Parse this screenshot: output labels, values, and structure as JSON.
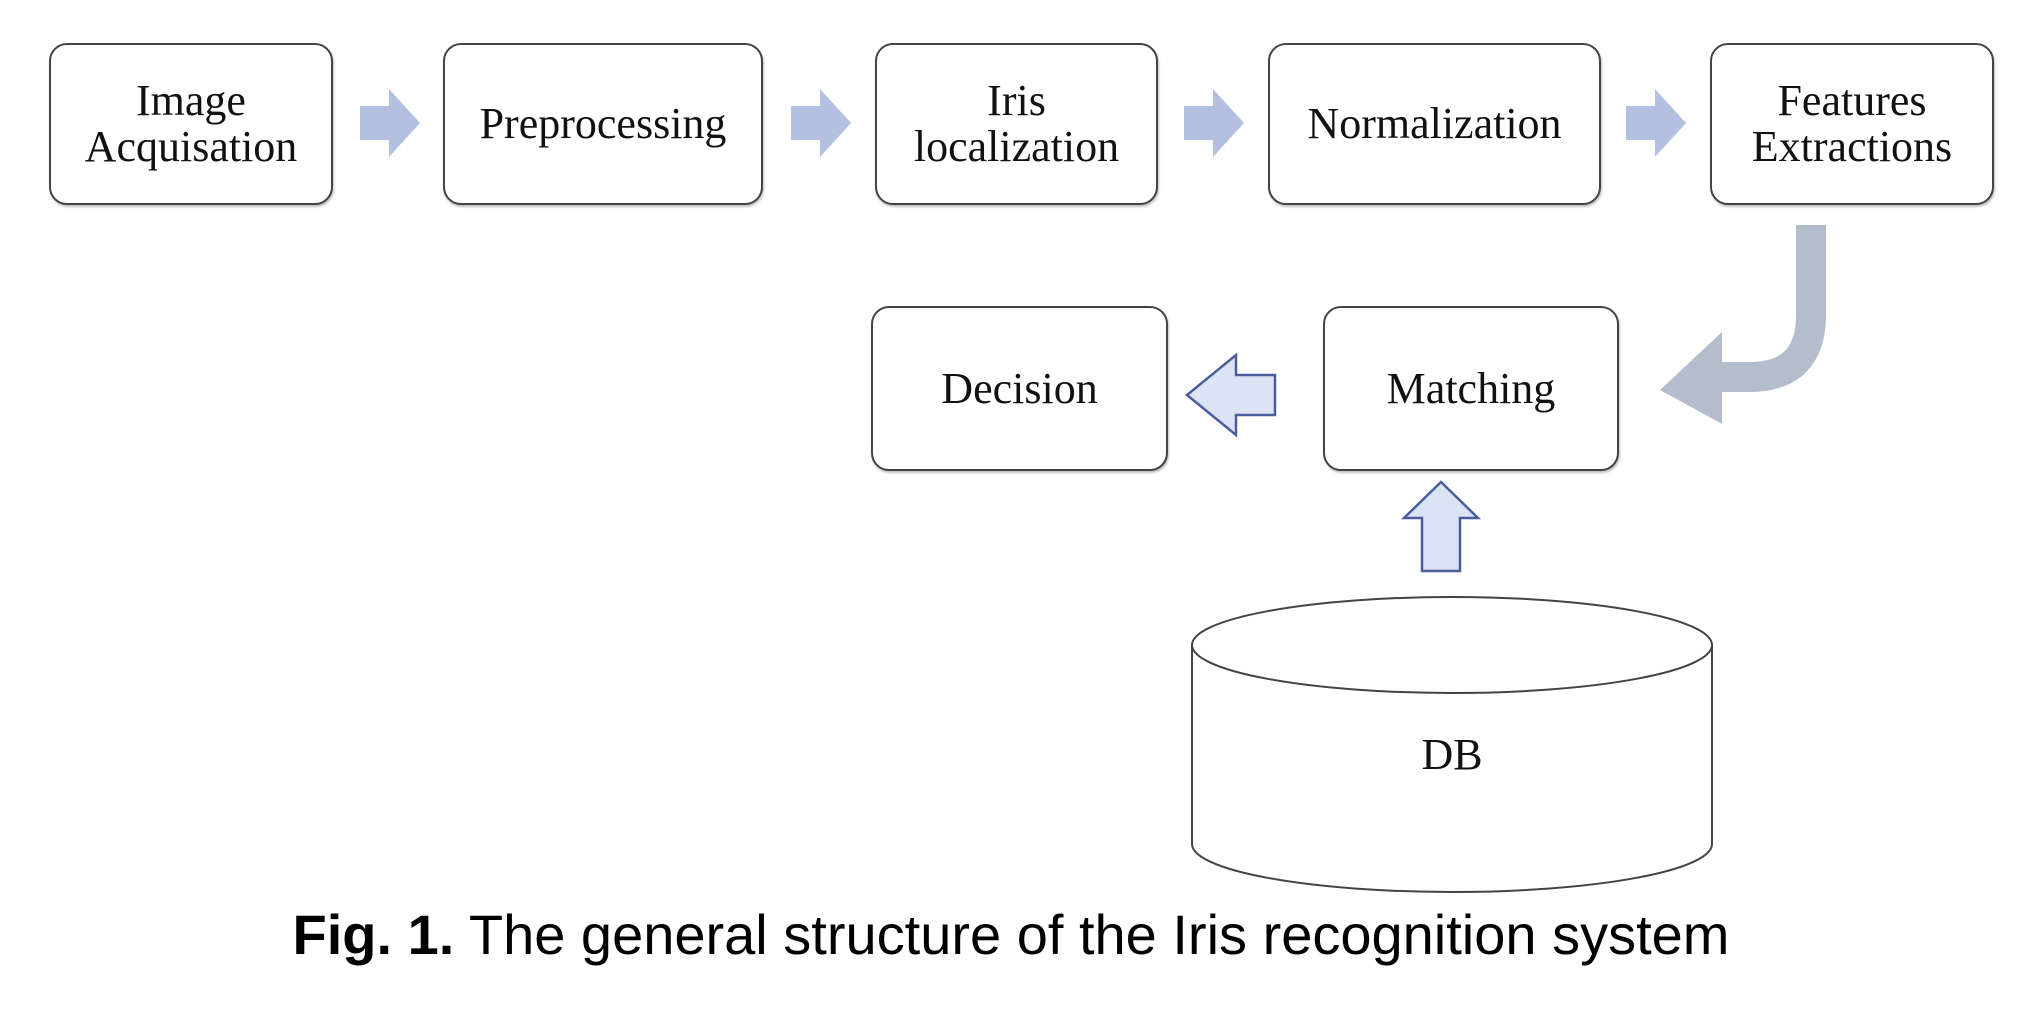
{
  "diagram": {
    "nodes": {
      "image_acquisition": "Image\nAcquisation",
      "preprocessing": "Preprocessing",
      "iris_localization": "Iris\nlocalization",
      "normalization": "Normalization",
      "features_extractions": "Features\nExtractions",
      "matching": "Matching",
      "decision": "Decision",
      "database": "DB"
    },
    "edges": [
      {
        "from": "image_acquisition",
        "to": "preprocessing"
      },
      {
        "from": "preprocessing",
        "to": "iris_localization"
      },
      {
        "from": "iris_localization",
        "to": "normalization"
      },
      {
        "from": "normalization",
        "to": "features_extractions"
      },
      {
        "from": "features_extractions",
        "to": "matching"
      },
      {
        "from": "database",
        "to": "matching"
      },
      {
        "from": "matching",
        "to": "decision"
      }
    ],
    "colors": {
      "flow_arrow": "#B4C0E0",
      "bent_arrow": "#B3BDCB",
      "outline_arrow_fill": "#DCE3F4",
      "outline_arrow_stroke": "#4A5E9C",
      "box_border": "#444444"
    }
  },
  "caption": {
    "label": "Fig. 1.",
    "text": " The general structure of the Iris recognition system"
  }
}
